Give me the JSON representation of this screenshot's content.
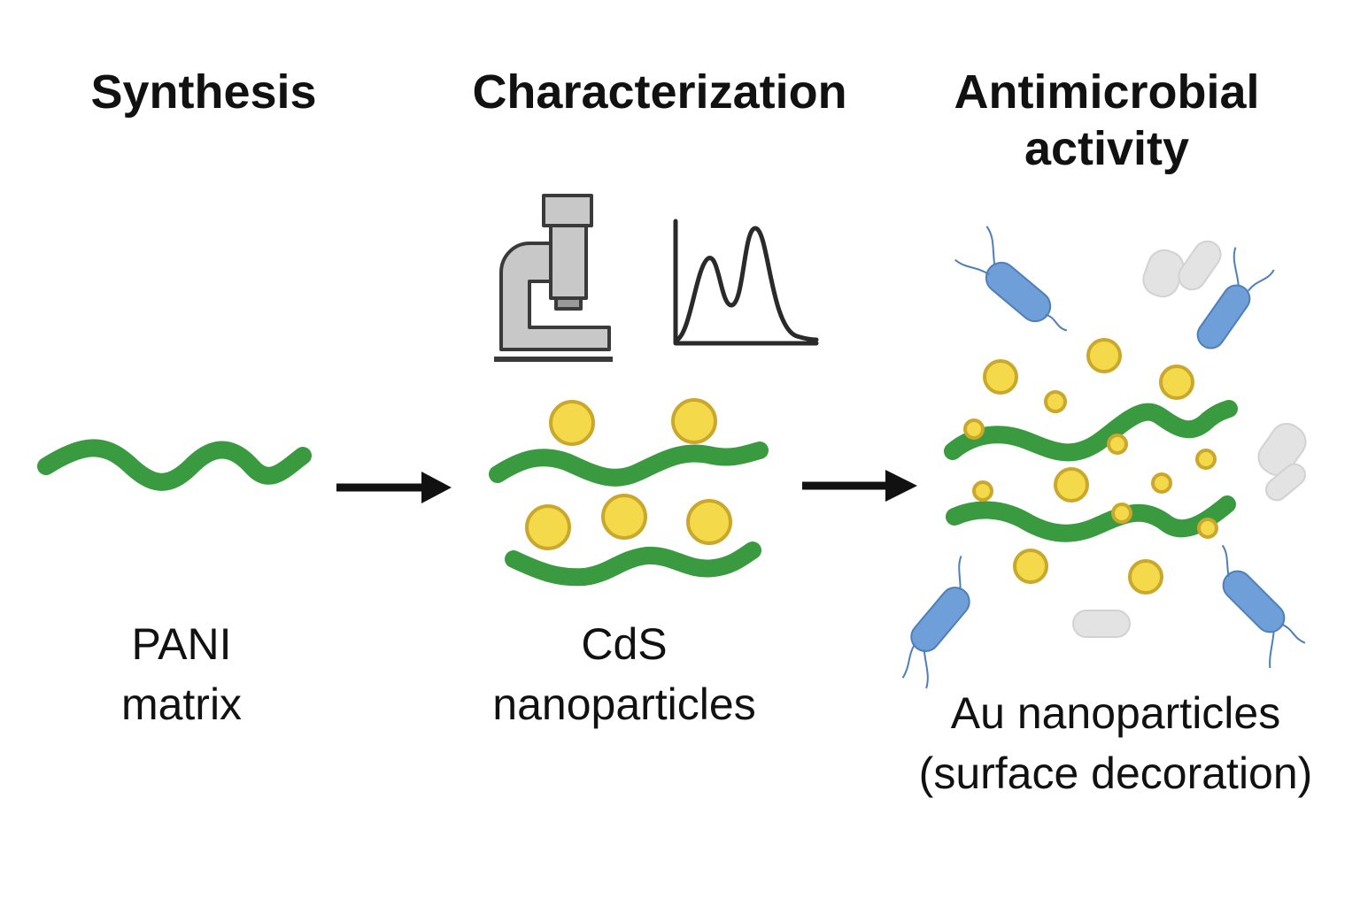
{
  "stages": [
    {
      "heading": [
        "Synthesis"
      ],
      "label": [
        "PANI",
        "matrix"
      ]
    },
    {
      "heading": [
        "Characterization"
      ],
      "label": [
        "CdS",
        "nanoparticles"
      ]
    },
    {
      "heading": [
        "Antimicrobial",
        "activity"
      ],
      "label": [
        "Au nanoparticles",
        "(surface decoration)"
      ]
    }
  ],
  "colors": {
    "polymer": "#3a9a3f",
    "nanoparticle_fill": "#f4d94a",
    "nanoparticle_stroke": "#c9a82b",
    "bacteria": "#6f9fd8",
    "instrument": "#c8c8c8",
    "outline": "#3a3a3a",
    "arrow": "#111111"
  },
  "icons": [
    "microscope-icon",
    "spectrum-peak-icon",
    "bacteria-icon",
    "dead-cell-icon",
    "arrow-icon"
  ]
}
